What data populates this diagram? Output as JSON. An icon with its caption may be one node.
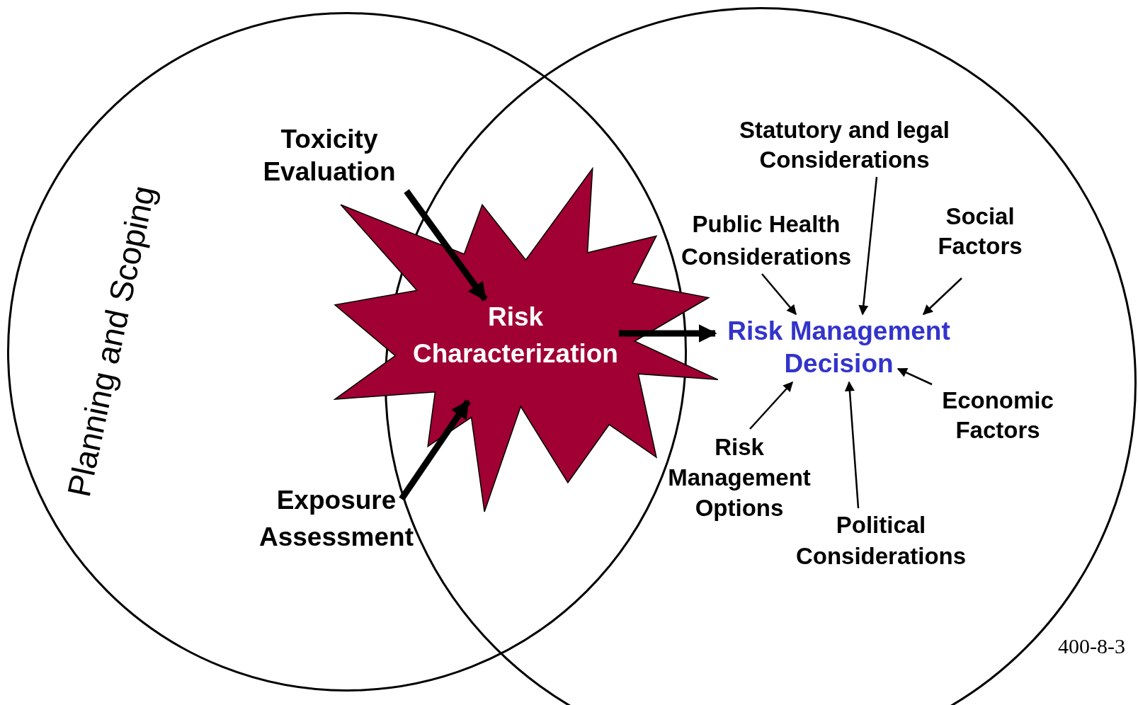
{
  "diagram": {
    "nodes": [
      {
        "text": [
          "Planning and Scoping"
        ]
      },
      {
        "text": [],
        "shape": "circle"
      },
      {
        "text": [
          "Toxicity Evaluation"
        ],
        "in": 0
      },
      {
        "text": [
          "Exposure Assessment"
        ],
        "in": 0
      },
      {
        "text": [
          "Risk Characterization"
        ]
      },
      {
        "text": [
          "Risk Management Decision"
        ],
        "in": 1
      },
      {
        "text": [
          "Statutory and legal Considerations"
        ],
        "in": 1
      },
      {
        "text": [
          "Public Health Considerations"
        ],
        "in": 1
      },
      {
        "text": [
          "Social Factors"
        ],
        "in": 1
      },
      {
        "text": [
          "Economic Factors"
        ],
        "in": 1
      },
      {
        "text": [
          "Political Considerations"
        ],
        "in": 1
      },
      {
        "text": [
          "Risk Management Options"
        ],
        "in": 1
      }
    ],
    "edges": [
      {
        "from": 2,
        "to": 4,
        "arrow": "to",
        "style": "thick"
      },
      {
        "from": 3,
        "to": 4,
        "arrow": "to",
        "style": "thick"
      },
      {
        "from": 4,
        "to": 5,
        "arrow": "to",
        "style": "thick"
      },
      {
        "from": 6,
        "to": 5,
        "arrow": "to"
      },
      {
        "from": 7,
        "to": 5,
        "arrow": "to"
      },
      {
        "from": 8,
        "to": 5,
        "arrow": "to"
      },
      {
        "from": 9,
        "to": 5,
        "arrow": "to"
      },
      {
        "from": 10,
        "to": 5,
        "arrow": "to"
      },
      {
        "from": 11,
        "to": 5,
        "arrow": "to"
      }
    ],
    "labels": [
      "400-8-3"
    ]
  }
}
